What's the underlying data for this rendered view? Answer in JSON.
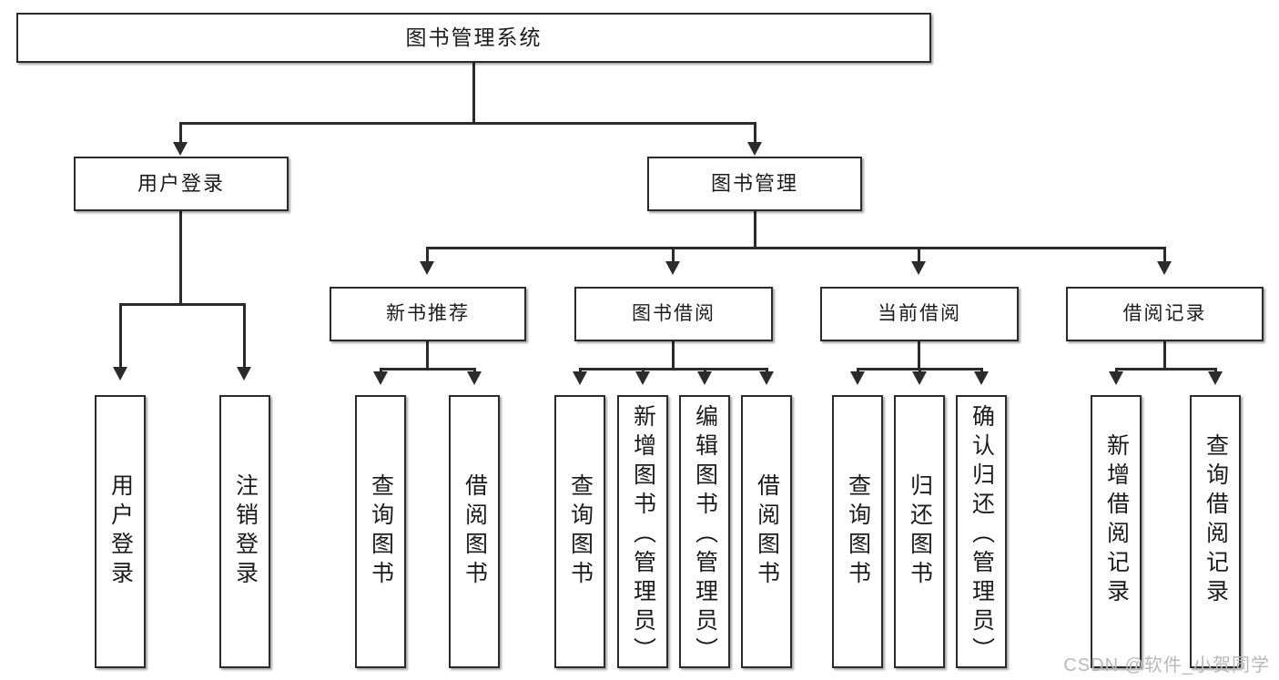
{
  "diagram": {
    "type": "tree-hierarchy",
    "title": "图书管理系统",
    "watermark": "CSDN @软件_小贺同学",
    "root": {
      "id": "root",
      "label": "图书管理系统"
    },
    "level2": [
      {
        "id": "user-login",
        "label": "用户登录"
      },
      {
        "id": "book-manage",
        "label": "图书管理"
      }
    ],
    "level3": [
      {
        "id": "new-book-rec",
        "label": "新书推荐",
        "parent": "book-manage"
      },
      {
        "id": "book-borrow",
        "label": "图书借阅",
        "parent": "book-manage"
      },
      {
        "id": "current-borrow",
        "label": "当前借阅",
        "parent": "book-manage"
      },
      {
        "id": "borrow-record",
        "label": "借阅记录",
        "parent": "book-manage"
      }
    ],
    "leaves": [
      {
        "id": "leaf-user-login",
        "label": "用户登录",
        "parent": "user-login"
      },
      {
        "id": "leaf-user-logout",
        "label": "注销登录",
        "parent": "user-login"
      },
      {
        "id": "leaf-rec-query",
        "label": "查询图书",
        "parent": "new-book-rec"
      },
      {
        "id": "leaf-rec-borrow",
        "label": "借阅图书",
        "parent": "new-book-rec"
      },
      {
        "id": "leaf-borrow-query",
        "label": "查询图书",
        "parent": "book-borrow"
      },
      {
        "id": "leaf-borrow-add",
        "label": "新增图书（管理员）",
        "parent": "book-borrow"
      },
      {
        "id": "leaf-borrow-edit",
        "label": "编辑图书（管理员）",
        "parent": "book-borrow"
      },
      {
        "id": "leaf-borrow-lend",
        "label": "借阅图书",
        "parent": "book-borrow"
      },
      {
        "id": "leaf-cur-query",
        "label": "查询图书",
        "parent": "current-borrow"
      },
      {
        "id": "leaf-cur-return",
        "label": "归还图书",
        "parent": "current-borrow"
      },
      {
        "id": "leaf-cur-confirm",
        "label": "确认归还（管理员）",
        "parent": "current-borrow"
      },
      {
        "id": "leaf-rec-add",
        "label": "新增借阅记录",
        "parent": "borrow-record"
      },
      {
        "id": "leaf-rec-search",
        "label": "查询借阅记录",
        "parent": "borrow-record"
      }
    ],
    "colors": {
      "stroke": "#2b2b2b",
      "fill": "#ffffff",
      "text": "#1c1c1c",
      "watermark": "#b9b9b9"
    }
  }
}
